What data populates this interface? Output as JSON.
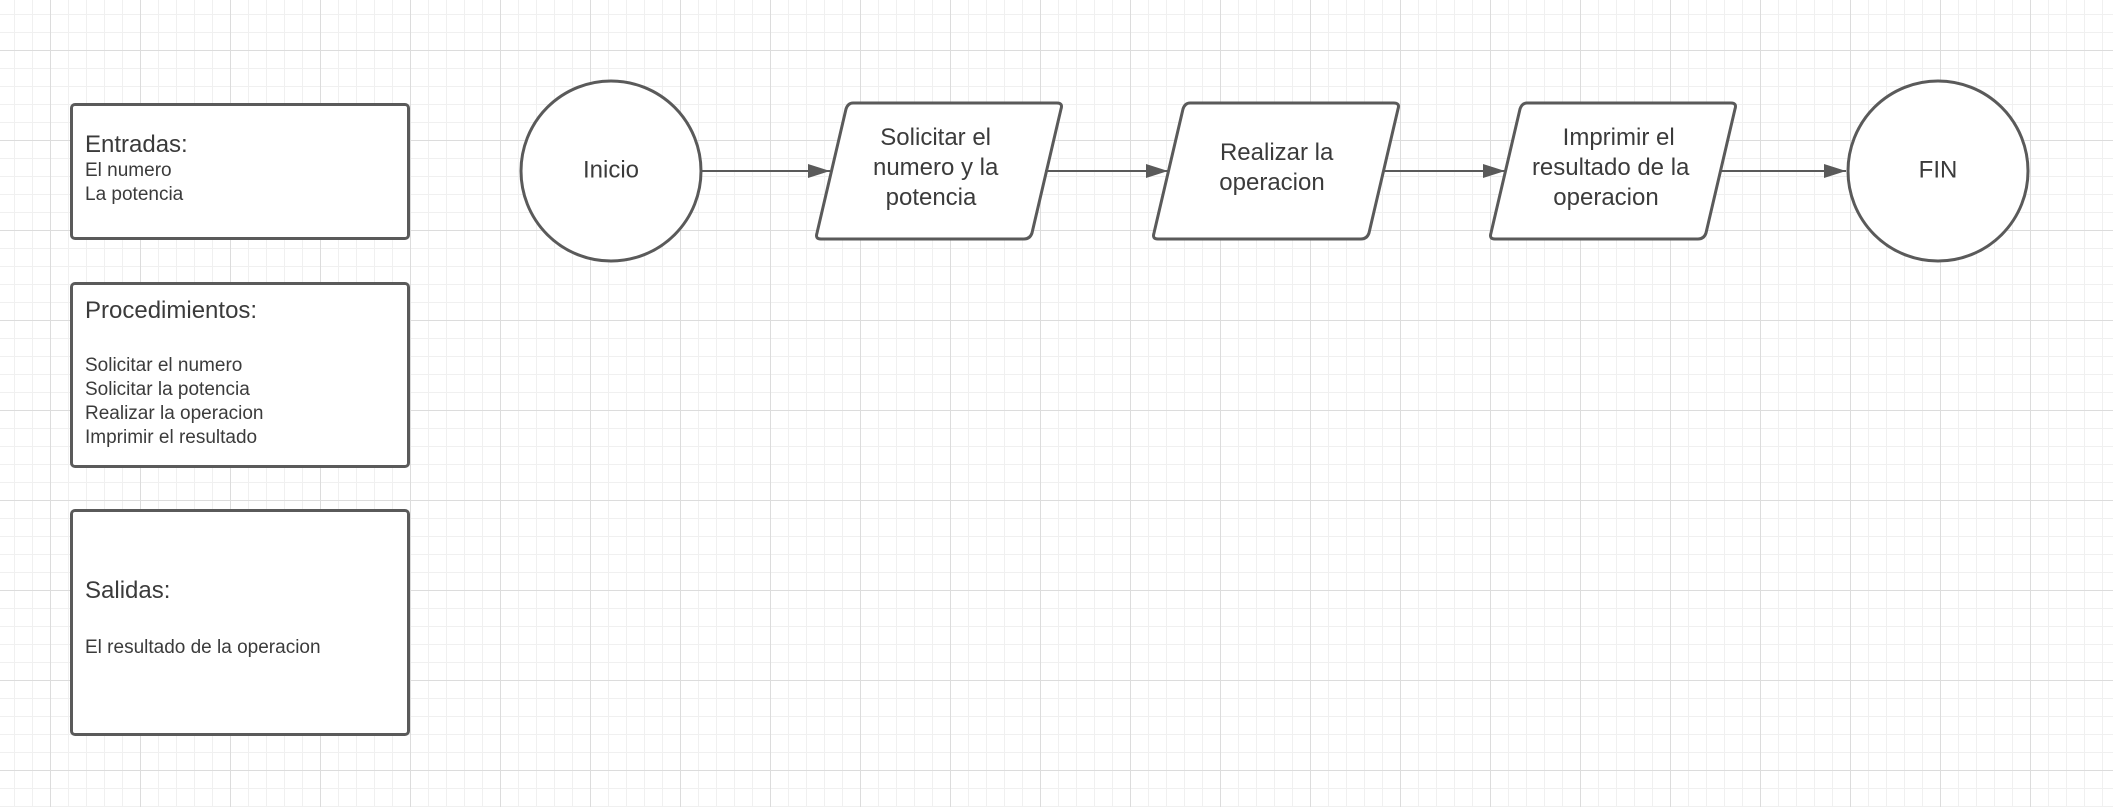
{
  "panels": {
    "entradas": {
      "title": "Entradas:",
      "lines": [
        "El numero",
        "La potencia"
      ]
    },
    "procedimientos": {
      "title": "Procedimientos:",
      "lines": [
        "Solicitar el numero",
        "Solicitar la potencia",
        "Realizar la operacion",
        "Imprimir el resultado"
      ]
    },
    "salidas": {
      "title": "Salidas:",
      "lines": [
        "El resultado de la operacion"
      ]
    }
  },
  "flow": {
    "start": {
      "label": "Inicio"
    },
    "steps": [
      {
        "lines": [
          "Solicitar el",
          "numero y la",
          "potencia"
        ]
      },
      {
        "lines": [
          "Realizar la",
          "operacion"
        ]
      },
      {
        "lines": [
          "Imprimir el",
          "resultado de la",
          "operacion"
        ]
      }
    ],
    "end": {
      "label": "FIN"
    }
  },
  "colors": {
    "stroke": "#5a5a5a",
    "text": "#3b3b3b",
    "grid": "#dcdcdc"
  }
}
